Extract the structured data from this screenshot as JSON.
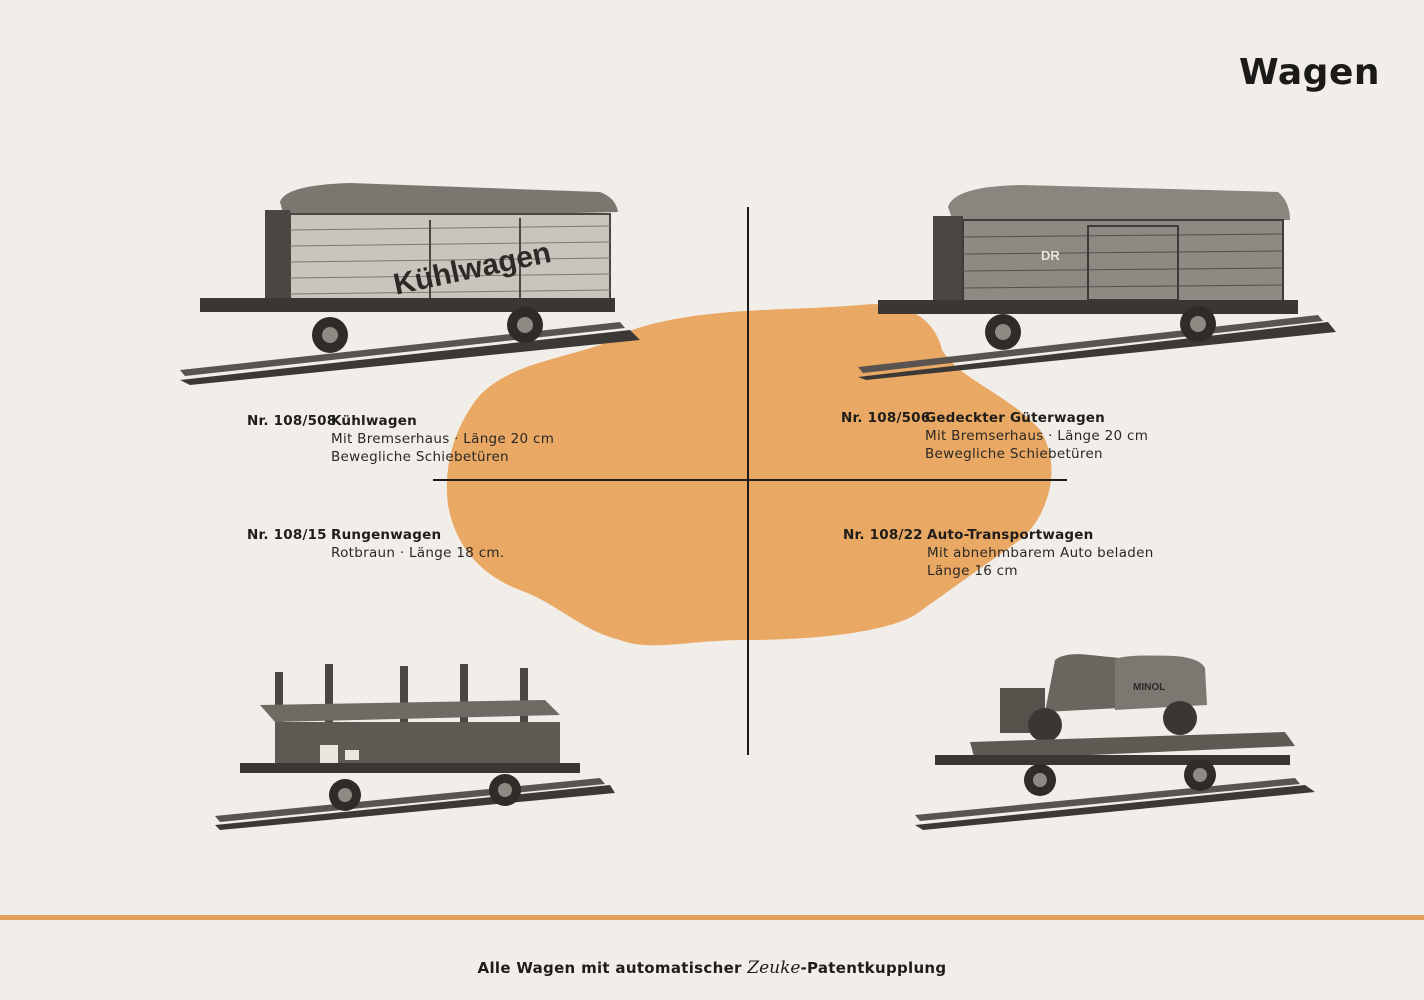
{
  "page": {
    "title": "Wagen"
  },
  "colors": {
    "accent": "#e9a863",
    "ink": "#1f1d1b",
    "paper": "#f1eeea"
  },
  "items": [
    {
      "number": "Nr. 108/508",
      "name": "Kühlwagen",
      "lines": [
        "Mit Bremserhaus · Länge 20 cm",
        "Bewegliche Schiebetüren"
      ],
      "car_lettering": "Kühlwagen"
    },
    {
      "number": "Nr. 108/506",
      "name": "Gedeckter Güterwagen",
      "lines": [
        "Mit Bremserhaus · Länge 20 cm",
        "Bewegliche Schiebetüren"
      ],
      "car_lettering": "DR"
    },
    {
      "number": "Nr. 108/15",
      "name": "Rungenwagen",
      "lines": [
        "Rotbraun · Länge 18 cm."
      ]
    },
    {
      "number": "Nr. 108/22",
      "name": "Auto-Transportwagen",
      "lines": [
        "Mit abnehmbarem Auto beladen",
        "Länge 16 cm"
      ],
      "car_lettering": "MINOL"
    }
  ],
  "footer": {
    "before": "Alle Wagen mit automatischer ",
    "brand": "Zeuke",
    "after": "-Patentkupplung"
  }
}
